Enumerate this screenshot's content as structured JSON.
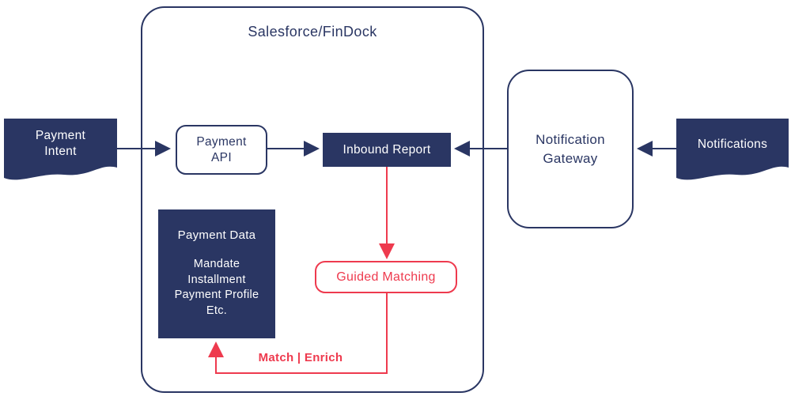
{
  "diagram": {
    "title": "Salesforce/FinDock",
    "nodes": {
      "payment_intent": {
        "line1": "Payment",
        "line2": "Intent"
      },
      "payment_api": {
        "line1": "Payment",
        "line2": "API"
      },
      "inbound_report": {
        "label": "Inbound Report"
      },
      "notification_gateway": {
        "line1": "Notification",
        "line2": "Gateway"
      },
      "notifications": {
        "label": "Notifications"
      },
      "payment_data": {
        "title": "Payment Data",
        "items": [
          "Mandate",
          "Installment",
          "Payment Profile",
          "Etc."
        ]
      },
      "guided_matching": {
        "label": "Guided Matching"
      }
    },
    "edges": {
      "match_enrich_label": "Match | Enrich"
    },
    "colors": {
      "navy": "#2a3663",
      "red": "#ee3a4e",
      "background": "#ffffff",
      "text_on_navy": "#ffffff"
    }
  }
}
